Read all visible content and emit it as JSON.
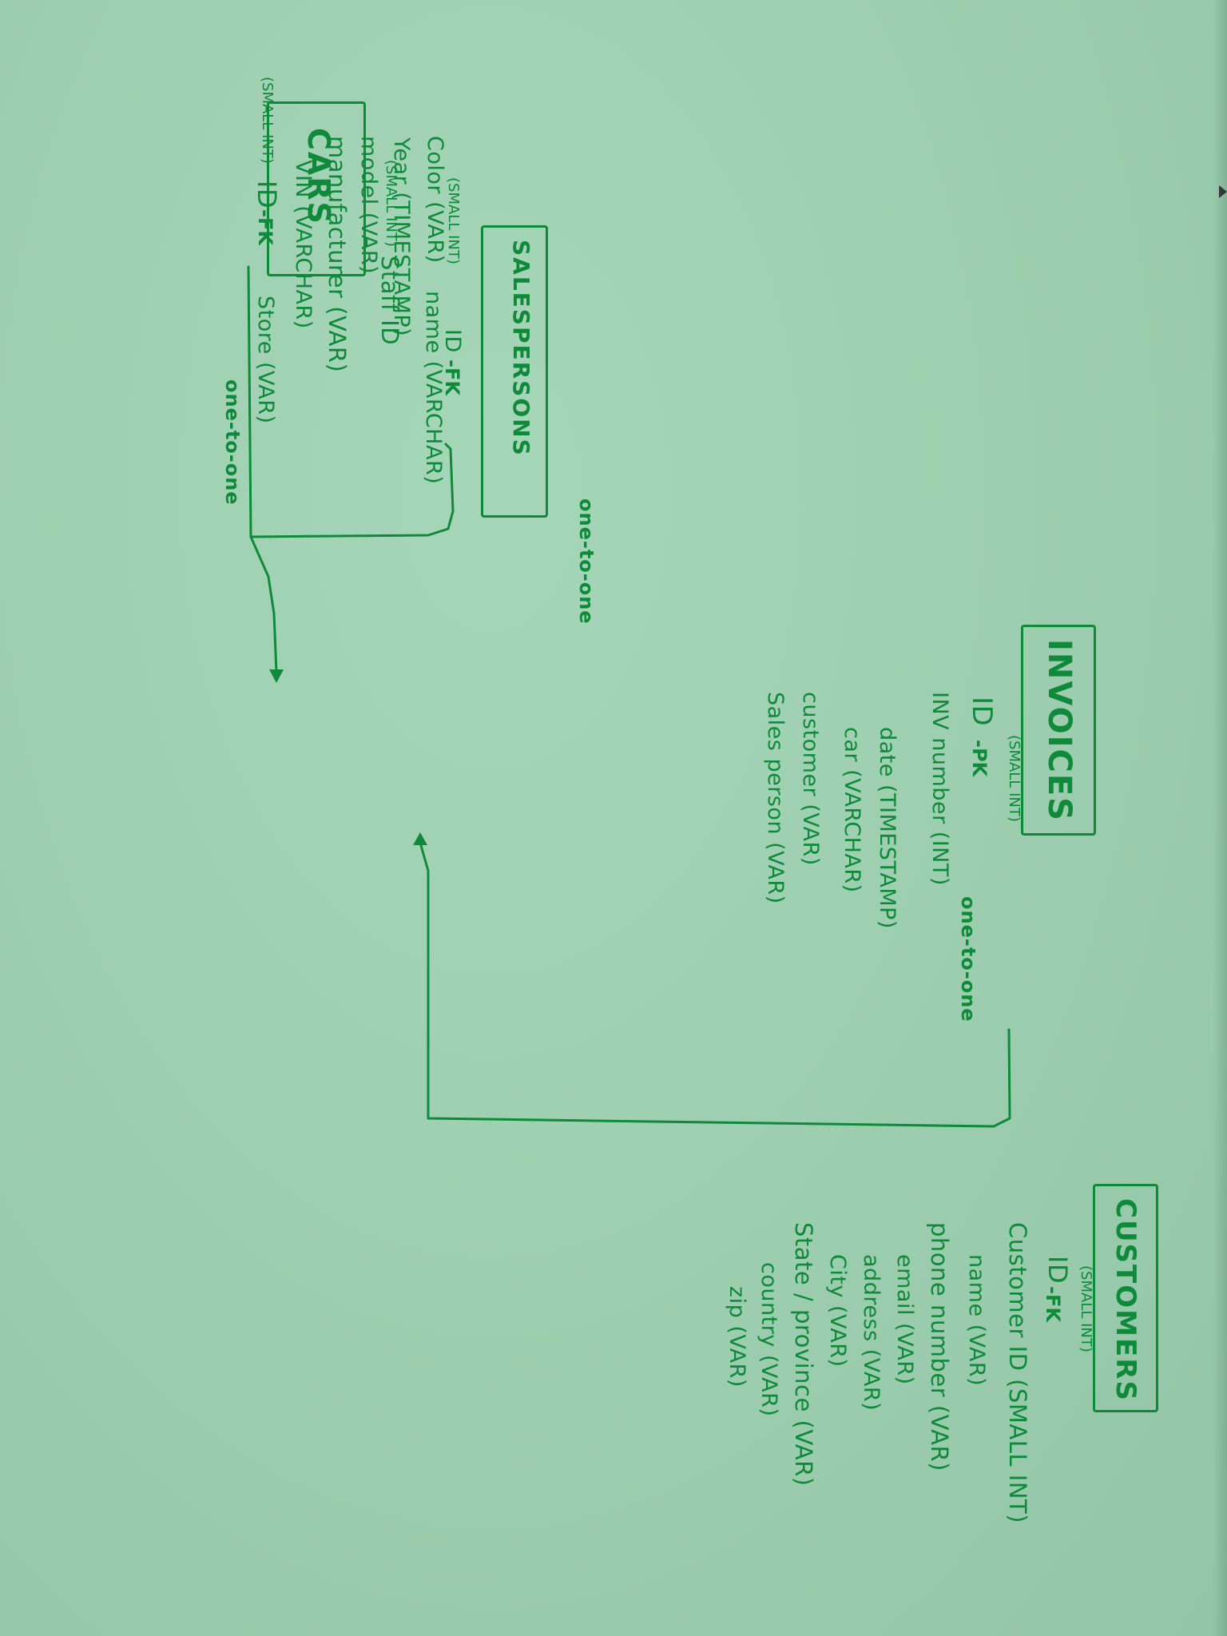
{
  "entities": {
    "cars": {
      "title": "CARS",
      "id_type": "(SMALL INT)",
      "id_label": "ID",
      "key_label": "-FK",
      "fields": [
        "VIN (VARCHAR)",
        "manufacturer (VAR)",
        "model (VAR)",
        "Year (TIMESTAMP)",
        "Color (VAR)"
      ]
    },
    "salespersons": {
      "title": "SALESPERSONS",
      "id_type": "(SMALL INT)",
      "id_label": "ID",
      "key_label": "-FK",
      "staff_type": "(SMALL INT)",
      "staff_label": "Staff ID",
      "fields": [
        "name (VARCHAR)",
        "Store (VAR)"
      ]
    },
    "invoices": {
      "title": "INVOICES",
      "id_type": "(SMALL INT)",
      "id_label": "ID",
      "key_label": "-PK",
      "fields": [
        "INV number (INT)",
        "date (TIMESTAMP)",
        "car (VARCHAR)",
        "customer (VAR)",
        "Sales person (VAR)"
      ]
    },
    "customers": {
      "title": "CUSTOMERS",
      "id_type": "(SMALL INT)",
      "id_label": "ID",
      "key_label": "-FK",
      "fields": [
        "Customer ID (SMALL INT)",
        "name (VAR)",
        "phone number (VAR)",
        "email (VAR)",
        "address (VAR)",
        "City (VAR)",
        "State / province (VAR)",
        "country (VAR)",
        "zip (VAR)"
      ]
    }
  },
  "relationships": [
    {
      "from": "cars",
      "to": "invoices",
      "label": "one-to-one"
    },
    {
      "from": "salespersons",
      "to": "invoices",
      "label": "one-to-one"
    },
    {
      "from": "customers",
      "to": "invoices",
      "label": "one-to-one"
    }
  ],
  "colors": {
    "ink": "#0e8a3a",
    "paper": "#9ccfae"
  }
}
